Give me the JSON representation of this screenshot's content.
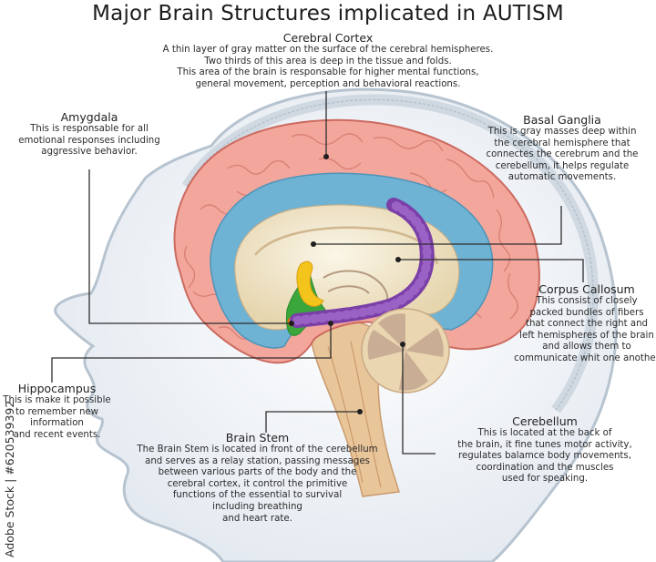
{
  "title": "Major Brain Structures implicated in AUTISM",
  "structures": {
    "cerebral_cortex": {
      "name": "Cerebral Cortex",
      "description": "A thin layer of gray matter on the surface of the cerebral hemispheres.\nTwo thirds of this area is deep in the tissue and folds.\nThis area of the brain is responsable for higher mental functions,\ngeneral movement, perception and behavioral reactions."
    },
    "amygdala": {
      "name": "Amygdala",
      "description": "This is responsable for all\nemotional responses including\naggressive behavior."
    },
    "basal_ganglia": {
      "name": "Basal Ganglia",
      "description": "This is gray masses deep within\nthe cerebral hemisphere that\nconnectes the cerebrum and the\ncerebellum, it helps regulate\nautomatic movements."
    },
    "corpus_callosum": {
      "name": "Corpus Callosum",
      "description": "This consist of closely\npacked bundles of fibers\nthat connect the right and\nleft hemispheres of the brain\nand allows them to\ncommunicate whit one another"
    },
    "hippocampus": {
      "name": "Hippocampus",
      "description": "This is make it possible\nto remember new\ninformation\nand recent events."
    },
    "brain_stem": {
      "name": "Brain Stem",
      "description": "The Brain Stem is located in front of the cerebellum\nand serves as a relay station, passing messages\nbetween various parts of the body and the\ncerebral cortex, it control the primitive\nfunctions of the essential to survival\nincluding breathing\nand heart rate."
    },
    "cerebellum": {
      "name": "Cerebellum",
      "description": "This is located at the back of\nthe brain, it fine tunes motor activity,\nregulates balamce body movements,\ncoordination and the muscles\nused for speaking."
    }
  },
  "watermark": "Adobe Stock | #620539392",
  "colors": {
    "cortex": "#f0a49a",
    "cortex_outline": "#c8665e",
    "white_matter_blue": "#6fb3d6",
    "inner_beige": "#efe3c4",
    "hippocampus_purple": "#7a3fa8",
    "amygdala_yellow": "#f2c21a",
    "basal_green": "#3aa53a",
    "stem_tan": "#e8c9a0",
    "head_outline": "#b8c6d2",
    "head_fill": "#eef2f6"
  }
}
